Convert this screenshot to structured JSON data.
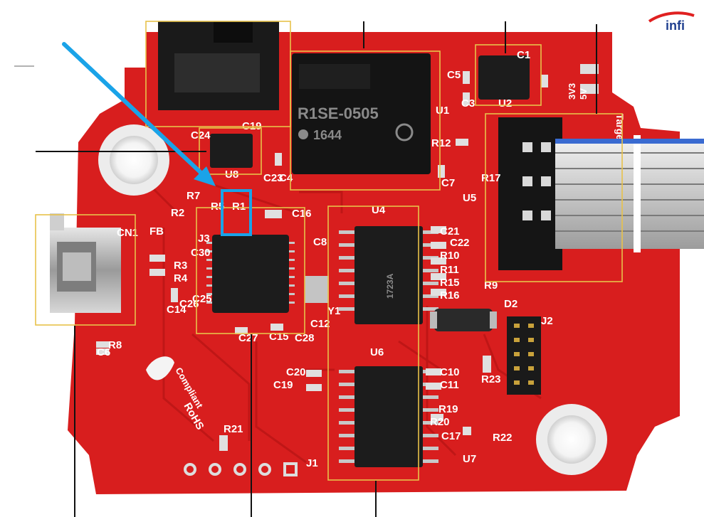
{
  "board": {
    "module_label": "R1SE-0505",
    "module_code": "1644",
    "jumper_label_1": "3V3",
    "jumper_label_2": "5V",
    "jumper_title": "Target VDD",
    "rohs_title": "RoHS",
    "rohs_subtitle": "Compliant",
    "logo_text": "infi",
    "chip_u4_code": "1723A"
  },
  "silkscreen": {
    "labels": [
      "C1",
      "C5",
      "C3",
      "U2",
      "U1",
      "R12",
      "C7",
      "U5",
      "R17",
      "C19",
      "C24",
      "U8",
      "C23",
      "C4",
      "R7",
      "R2",
      "R5",
      "R1",
      "C16",
      "C8",
      "U4",
      "C21",
      "C22",
      "R10",
      "R11",
      "R15",
      "R16",
      "R9",
      "CN1",
      "FB",
      "J3",
      "C30",
      "R3",
      "R4",
      "C26",
      "C25",
      "C14",
      "C15",
      "C28",
      "C12",
      "Y1",
      "C27",
      "D2",
      "J2",
      "R8",
      "C6",
      "U6",
      "C20",
      "C19",
      "C10",
      "C11",
      "R23",
      "R19",
      "R20",
      "R22",
      "C17",
      "U7",
      "R21",
      "J1"
    ]
  },
  "colors": {
    "pcb": "#d81e1e",
    "highlight_frame": "#e8c24a",
    "arrow": "#1aa3e8",
    "marker_box": "#1aa3e8",
    "callout_line": "#111111"
  },
  "icons": [
    "arrow-pointer-icon",
    "usb-connector-icon",
    "ribbon-cable-icon",
    "rohs-leaf-icon"
  ]
}
